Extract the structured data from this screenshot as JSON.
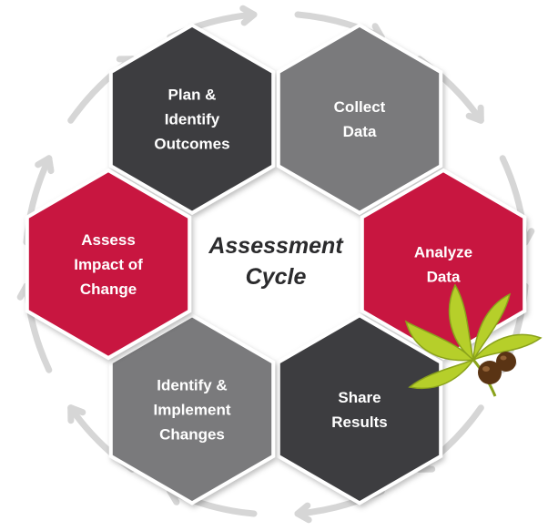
{
  "center": {
    "lines": [
      "Assessment",
      "Cycle"
    ]
  },
  "steps": [
    {
      "id": "plan",
      "lines": [
        "Plan &",
        "Identify",
        "Outcomes"
      ],
      "color": "#3d3d3f"
    },
    {
      "id": "collect",
      "lines": [
        "Collect",
        "Data"
      ],
      "color": "#7a7a7c"
    },
    {
      "id": "analyze",
      "lines": [
        "Analyze",
        "Data"
      ],
      "color": "#c8133f"
    },
    {
      "id": "share",
      "lines": [
        "Share",
        "Results"
      ],
      "color": "#3d3d3f"
    },
    {
      "id": "implement",
      "lines": [
        "Identify &",
        "Implement",
        "Changes"
      ],
      "color": "#7a7a7c"
    },
    {
      "id": "assess",
      "lines": [
        "Assess",
        "Impact of",
        "Change"
      ],
      "color": "#c8133f"
    }
  ],
  "colors": {
    "arrow": "#d6d6d6",
    "hex_border": "#ffffff",
    "leaf": "#b6cf2a",
    "leaf_dark": "#8aa21b",
    "seed": "#5a3414"
  },
  "icons": [
    "cycle-arrow-icon",
    "buckeye-leaf-icon"
  ]
}
